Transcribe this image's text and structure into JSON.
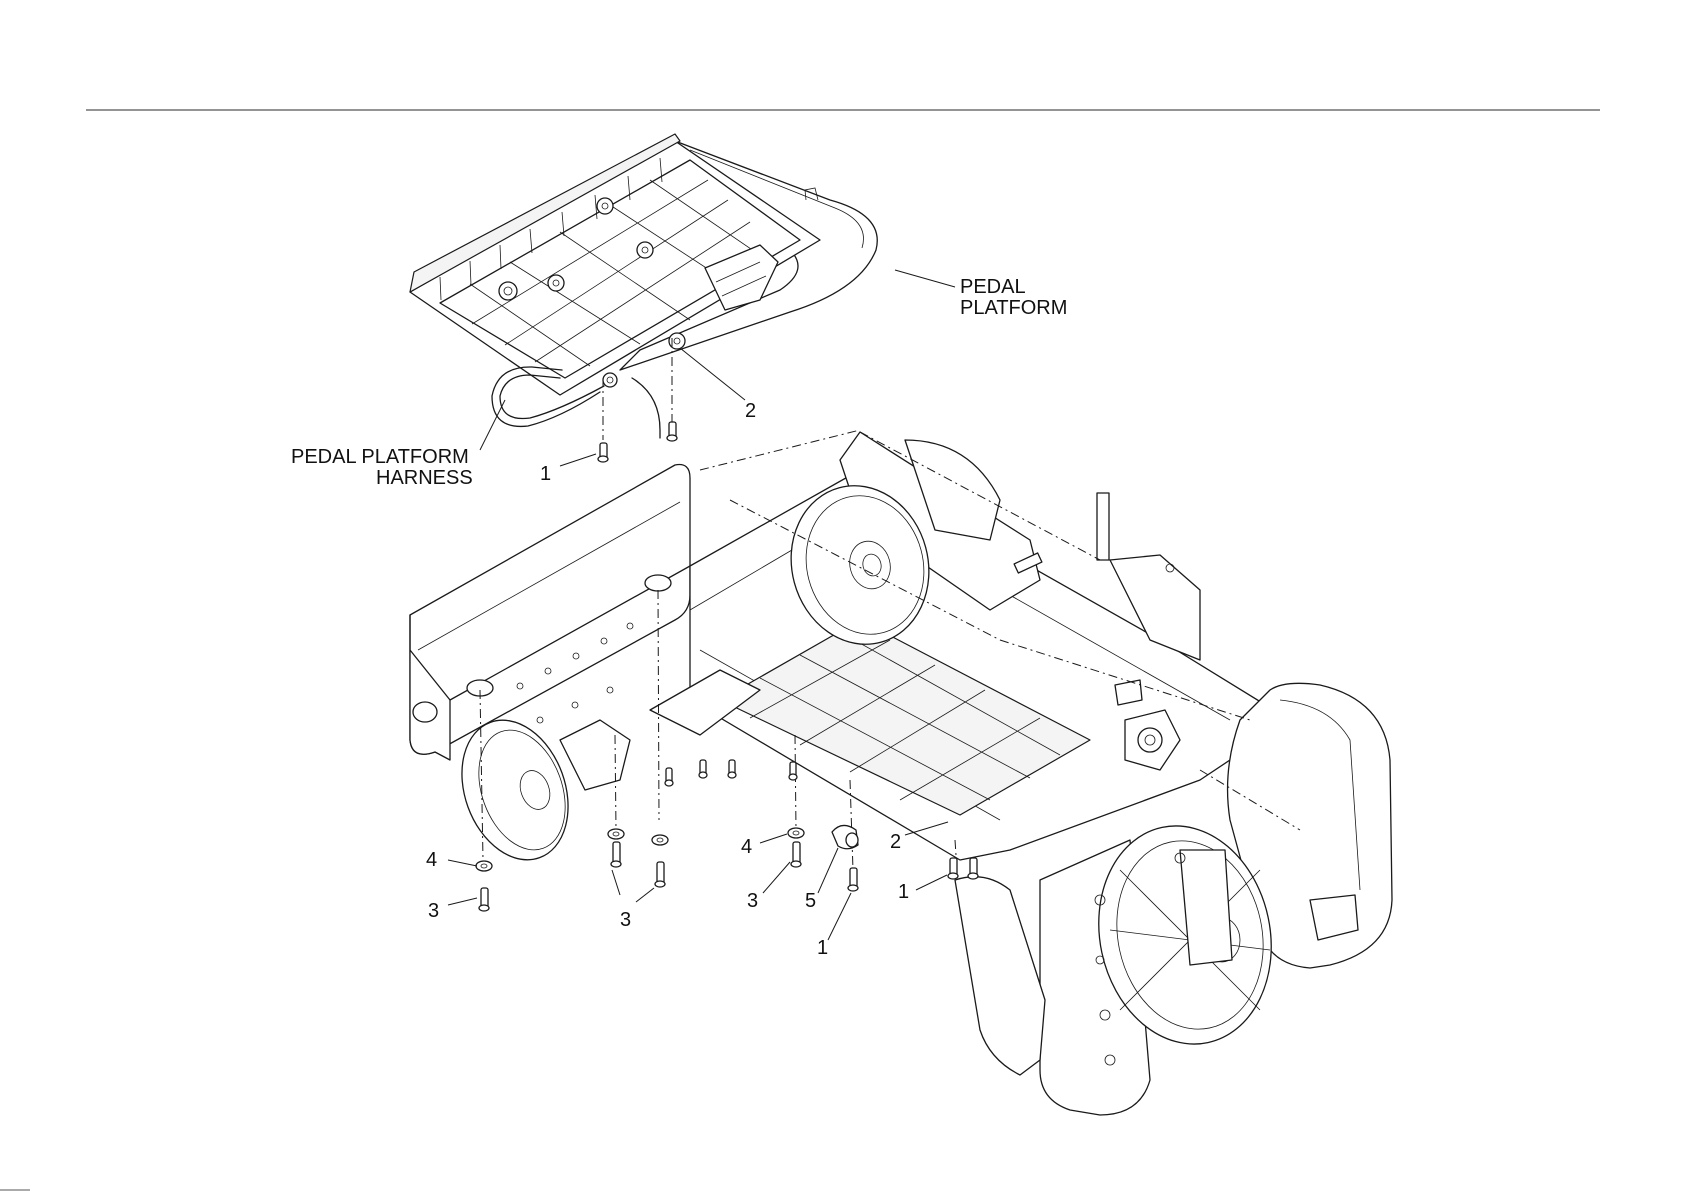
{
  "labels": {
    "pedal_platform": [
      "PEDAL",
      "PLATFORM"
    ],
    "pedal_platform_harness": [
      "PEDAL  PLATFORM",
      "HARNESS"
    ]
  },
  "callouts": {
    "c2_top": "2",
    "c1_top": "1",
    "c4_left": "4",
    "c3_left": "3",
    "c3_mid": "3",
    "c4_mid": "4",
    "c3_right": "3",
    "c5": "5",
    "c1_bottom": "1",
    "c2_right": "2",
    "c1_right": "1"
  },
  "colors": {
    "line": "#1a1a1a",
    "background": "#ffffff"
  }
}
